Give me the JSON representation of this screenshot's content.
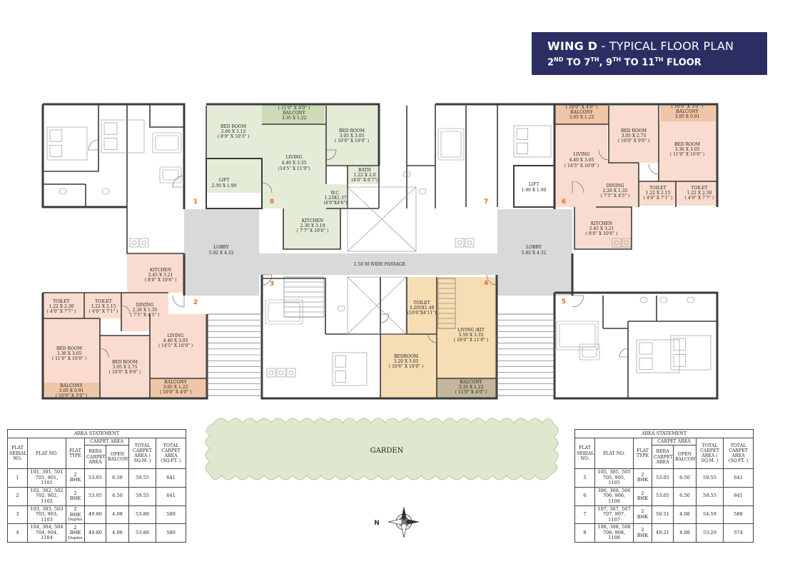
{
  "banner": {
    "title_bold": "WING D",
    "title_rest": " - TYPICAL FLOOR PLAN",
    "subtitle_a": "2",
    "subtitle_a_sup": "ND",
    "subtitle_b": " TO 7",
    "subtitle_b_sup": "TH",
    "subtitle_c": ", 9",
    "subtitle_c_sup": "TH",
    "subtitle_d": " TO 11",
    "subtitle_d_sup": "TH",
    "subtitle_e": " FLOOR"
  },
  "colors": {
    "wall": "#3a3a3a",
    "green": "#e4ecd8",
    "green_balcony": "#cddbb6",
    "peach": "#f9dccf",
    "peach_balcony": "#f0c6a8",
    "sand": "#f6ddb3",
    "sand_balcony": "#c2b79b",
    "lobby": "#d9d9d9",
    "garden": "#dfe8cf",
    "flat_number": "#e36f1e",
    "banner": "#2c2e63"
  },
  "flat_numbers": [
    "1",
    "2",
    "3",
    "4",
    "5",
    "6",
    "7",
    "8"
  ],
  "labels": {
    "lift_left_name": "LIFT",
    "lift_left_dim": "2.50 X 1.90",
    "lift_right_name": "LIFT",
    "lift_right_dim": "1.90 X 1.90",
    "lobby_left_name": "LOBBY",
    "lobby_left_dim": "5.02 X 4.32",
    "lobby_right_name": "LOBBY",
    "lobby_right_dim": "5.02 X 4.32",
    "passage": "1.50 M WIDE PASSAGE",
    "garden": "GARDEN",
    "compass_n": "N",
    "f8_bed_name": "BED ROOM",
    "f8_bed_m": "2.66 X 3.12",
    "f8_bed_ft": "( 8'9\" X 10'3\" )",
    "f8_balc_ft": "( 11'0\" X 4'0\" )",
    "f8_balc_name": "BALCONY",
    "f8_balc_m": "3.35 X 1.22",
    "f8_bed2_name": "BED ROOM",
    "f8_bed2_m": "3.05 X 3.05",
    "f8_bed2_ft": "( 10'0\" X 10'0\" )",
    "f8_liv_name": "LIVING",
    "f8_liv_m": "4.40 X 3.35",
    "f8_liv_ft": "(14'5\" X 11'0\")",
    "f8_bath_name": "BATH",
    "f8_bath_m": "1.22 X 2.0",
    "f8_bath_ft": "(4'0\" X 6'7\")",
    "f8_wc_name": "W.C.",
    "f8_wc_m": "1.23X1.37",
    "f8_wc_ft": "(4'0\"X4'6\")",
    "f8_kit_name": "KITCHEN",
    "f8_kit_m": "2.30 X 3.19",
    "f8_kit_ft": "( 7'7\" X 10'6\" )",
    "f6_balc_ft": "( 10'0\" X 4'0\" )",
    "f6_balc_name": "BALCONY",
    "f6_balc_m": "3.05 X 1.22",
    "f6_balc2_ft": "( 10'0\" X 3'0\" )",
    "f6_balc2_name": "BALCONY",
    "f6_balc2_m": "3.05 X 0.91",
    "f6_bed_name": "BED ROOM",
    "f6_bed_m": "3.05 X 2.75",
    "f6_bed_ft": "( 10'0\" X 9'0\" )",
    "f6_bed2_name": "BED ROOM",
    "f6_bed2_m": "3.36 X 3.05",
    "f6_bed2_ft": "( 11'0\" X 10'0\" )",
    "f6_liv_name": "LIVING",
    "f6_liv_m": "4.40 X 3.05",
    "f6_liv_ft": "( 14'5\" X 10'0\" )",
    "f6_din_name": "DINING",
    "f6_din_m": "2.26 X 1.35",
    "f6_din_ft": "( 7'5\" X 4'5\" )",
    "f6_toi_name": "TOILET",
    "f6_toi_m": "1.22 X 2.15",
    "f6_toi_ft": "( 4'0\" X 7'1\" )",
    "f6_toi2_name": "TOILET",
    "f6_toi2_m": "1.22 X 2.30",
    "f6_toi2_ft": "( 4'0\" X 7'7\" )",
    "f6_kit_name": "KITCHEN",
    "f6_kit_m": "2.45 X 3.21",
    "f6_kit_ft": "( 8'0\" X 10'6\" )",
    "f2_kit_name": "KITCHEN",
    "f2_kit_m": "2.45 X 3.21",
    "f2_kit_ft": "( 8'0\" X 10'6\" )",
    "f2_toi_name": "TOILET",
    "f2_toi_m": "1.22 X 2.30",
    "f2_toi_ft": "( 4'0\" X 7'7\" )",
    "f2_toi2_name": "TOILET",
    "f2_toi2_m": "1.22 X 2.15",
    "f2_toi2_ft": "( 4'0\" X 7'1\" )",
    "f2_din_name": "DINING",
    "f2_din_m": "2.26 X 1.35",
    "f2_din_ft": "( 7'5\" X 4'5\" )",
    "f2_liv_name": "LIVING",
    "f2_liv_m": "4.40 X 3.05",
    "f2_liv_ft": "( 14'5\" X 10'0\" )",
    "f2_bed_name": "BED ROOM",
    "f2_bed_m": "3.36 X 3.05",
    "f2_bed_ft": "( 11'0\" X 10'0\" )",
    "f2_bed2_name": "BED ROOM",
    "f2_bed2_m": "3.05 X 2.75",
    "f2_bed2_ft": "( 10'0\" X 9'0\" )",
    "f2_balc_name": "BALCONY",
    "f2_balc_m": "3.05 X 0.91",
    "f2_balc_ft": "( 10'0\" X 3'0\" )",
    "f2_balc2_name": "BALCONY",
    "f2_balc2_m": "3.05 X 1.22",
    "f2_balc2_ft": "( 10'0\" X 4'0\" )",
    "f4_toi_name": "TOILET",
    "f4_toi_m": "3.205X1.48",
    "f4_toi_ft": "(10'6\"X4'11\")",
    "f4_liv_name": "LIVING /KIT",
    "f4_liv_m": "5.50 X 3.35",
    "f4_liv_ft": "( 18'0\" X 11'0\" )",
    "f4_bed_name": "BEDROOM",
    "f4_bed_m": "3.20 X 3.05",
    "f4_bed_ft": "( 10'6\" X 10'0\" )",
    "f4_balc_name": "BALCONY",
    "f4_balc_m": "3.35 X 1.22",
    "f4_balc_ft": "( 11'0\" X 4'0\" )"
  },
  "area_tables": {
    "caption": "AREA STATEMENT",
    "headers": {
      "serial": "FLAT SERIAL NO.",
      "flat_no": "FLAT NO.",
      "type": "FLAT TYPE",
      "carpet": "CARPET AREA",
      "rera": "RERA CARPET AREA",
      "balcony": "OPEN BALCONY",
      "total_sqm": "TOTAL CARPET AREA ( SQ.M. )",
      "total_sqft": "TOTAL CARPET AREA (SQ.FT. )"
    },
    "left_rows": [
      {
        "serial": "1",
        "flat_a": "101, 301, 501",
        "flat_b": "701, 901, 1101",
        "type": "2 BHK",
        "type_b": "",
        "rera": "53.05",
        "balcony": "6.50",
        "total_sqm": "59.55",
        "total_sqft": "641"
      },
      {
        "serial": "2",
        "flat_a": "102, 302, 502",
        "flat_b": "702, 902, 1102",
        "type": "2 BHK",
        "type_b": "",
        "rera": "53.05",
        "balcony": "6.50",
        "total_sqm": "59.55",
        "total_sqft": "641"
      },
      {
        "serial": "3",
        "flat_a": "103, 303, 503",
        "flat_b": "703, 903, 1103",
        "type": "2 BHK",
        "type_b": "Duplex",
        "rera": "49.80",
        "balcony": "4.08",
        "total_sqm": "53.88",
        "total_sqft": "580"
      },
      {
        "serial": "4",
        "flat_a": "104, 304, 504",
        "flat_b": "704, 904, 1104",
        "type": "2 BHK",
        "type_b": "Duplex",
        "rera": "49.80",
        "balcony": "4.08",
        "total_sqm": "53.88",
        "total_sqft": "580"
      }
    ],
    "right_rows": [
      {
        "serial": "5",
        "flat_a": "105, 305, 505",
        "flat_b": "705, 905, 1105",
        "type": "2 BHK",
        "type_b": "",
        "rera": "53.05",
        "balcony": "6.50",
        "total_sqm": "59.55",
        "total_sqft": "641"
      },
      {
        "serial": "6",
        "flat_a": "306, 306, 506",
        "flat_b": "706, 906, 1106",
        "type": "2 BHK",
        "type_b": "",
        "rera": "53.05",
        "balcony": "6.50",
        "total_sqm": "59.55",
        "total_sqft": "641"
      },
      {
        "serial": "7",
        "flat_a": "107, 307, 507",
        "flat_b": "707, 907, 1107",
        "type": "2 BHK",
        "type_b": "",
        "rera": "50.51",
        "balcony": "4.08",
        "total_sqm": "54.59",
        "total_sqft": "588"
      },
      {
        "serial": "8",
        "flat_a": "108, 308, 508",
        "flat_b": "708, 908, 1108",
        "type": "2 BHK",
        "type_b": "",
        "rera": "49.21",
        "balcony": "4.08",
        "total_sqm": "53.29",
        "total_sqft": "574"
      }
    ]
  }
}
